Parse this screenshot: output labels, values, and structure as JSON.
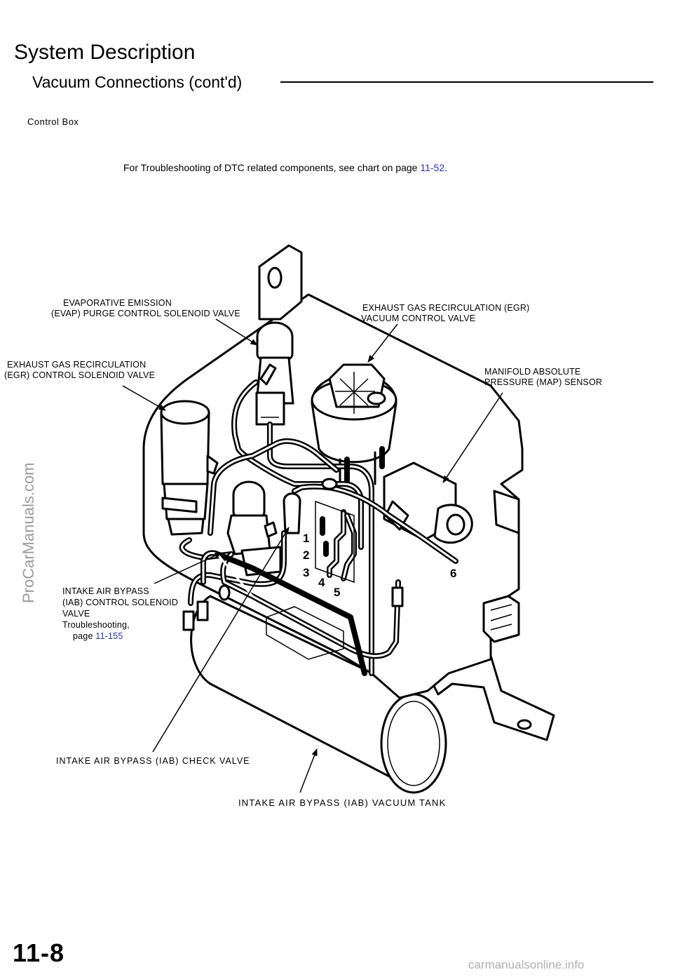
{
  "header": {
    "title": "System Description",
    "subtitle": "Vacuum Connections (cont'd)",
    "section": "Control Box"
  },
  "note": {
    "text": "For Troubleshooting of DTC related components, see chart on page ",
    "link": "11-52",
    "end": "."
  },
  "labels": {
    "evap_1": "EVAPORATIVE  EMISSION",
    "evap_2": "(EVAP) PURGE CONTROL SOLENOID VALVE",
    "egr_vac_1": "EXHAUST GAS RECIRCULATION (EGR)",
    "egr_vac_2": "VACUUM CONTROL VALVE",
    "egr_sol_1": "EXHAUST GAS RECIRCULATION",
    "egr_sol_2": "(EGR)  CONTROL  SOLENOID  VALVE",
    "map_1": "MANIFOLD  ABSOLUTE",
    "map_2": "PRESSURE (MAP) SENSOR",
    "iab_sol_1": "INTAKE AIR BYPASS",
    "iab_sol_2": "(IAB) CONTROL SOLENOID",
    "iab_sol_3": "VALVE",
    "iab_sol_4": "Troubleshooting,",
    "iab_sol_5": "page ",
    "iab_sol_link": "11-155",
    "iab_check": "INTAKE AIR BYPASS (IAB) CHECK VALVE",
    "iab_tank": "INTAKE AIR BYPASS (IAB)  VACUUM TANK"
  },
  "hose_numbers": [
    "1",
    "2",
    "3",
    "4",
    "5",
    "6"
  ],
  "page_number": "11-8",
  "watermarks": {
    "left": "ProCarManuals.com",
    "right": "carmanualsonline.info"
  },
  "colors": {
    "link": "#1f2fd0",
    "watermark": "#9a9a9a"
  }
}
